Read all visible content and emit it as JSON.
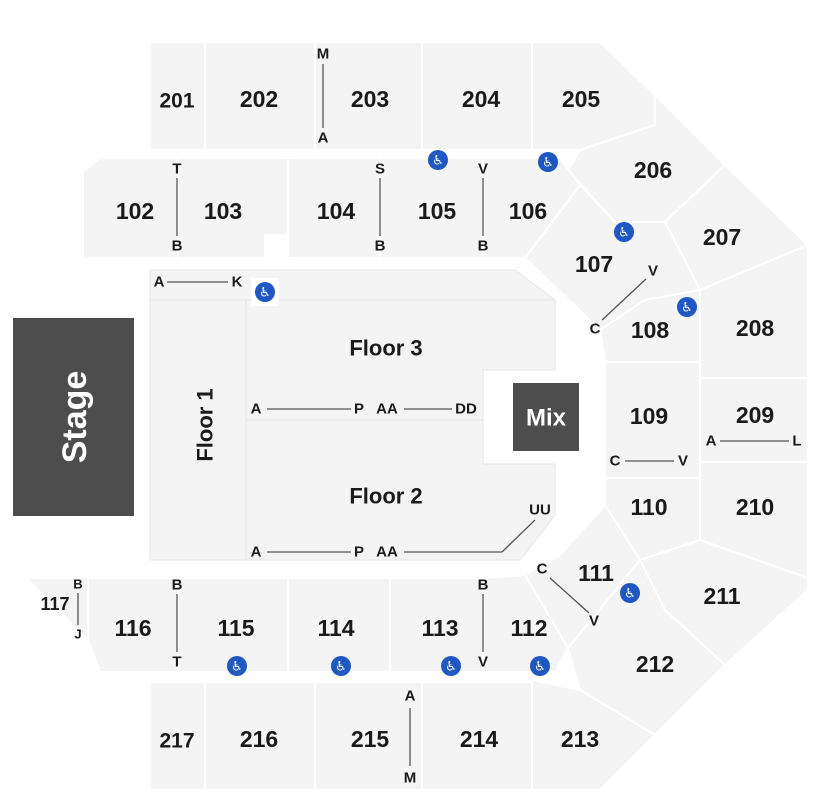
{
  "stage_label": "Stage",
  "mix_label": "Mix",
  "floors": {
    "floor1": "Floor 1",
    "floor2": "Floor 2",
    "floor3": "Floor 3"
  },
  "sections": {
    "s201": "201",
    "s202": "202",
    "s203": "203",
    "s204": "204",
    "s205": "205",
    "s206": "206",
    "s207": "207",
    "s208": "208",
    "s209": "209",
    "s210": "210",
    "s211": "211",
    "s212": "212",
    "s213": "213",
    "s214": "214",
    "s215": "215",
    "s216": "216",
    "s217": "217",
    "s102": "102",
    "s103": "103",
    "s104": "104",
    "s105": "105",
    "s106": "106",
    "s107": "107",
    "s108": "108",
    "s109": "109",
    "s110": "110",
    "s111": "111",
    "s112": "112",
    "s113": "113",
    "s114": "114",
    "s115": "115",
    "s116": "116",
    "s117": "117"
  },
  "rows": {
    "r203_top": "M",
    "r203_bot": "A",
    "r102_top": "T",
    "r102_bot": "B",
    "r104_top": "S",
    "r104_bot": "B",
    "r106_top": "V",
    "r106_bot": "B",
    "f1_left": "A",
    "f1_right": "K",
    "f3_a": "A",
    "f3_p": "P",
    "f3_aa": "AA",
    "f3_dd": "DD",
    "f2_a": "A",
    "f2_p": "P",
    "f2_aa": "AA",
    "f2_uu": "UU",
    "r107_c": "C",
    "r107_v": "V",
    "r109_c": "C",
    "r109_v": "V",
    "r209_a": "A",
    "r209_l": "L",
    "r111_c": "C",
    "r111_v": "V",
    "r116_top": "B",
    "r116_bot": "T",
    "r117_top": "B",
    "r117_bot": "J",
    "r113_top": "B",
    "r113_bot": "V",
    "r215_top": "A",
    "r215_bot": "M"
  },
  "accessibility_icon": "wheelchair-icon",
  "colors": {
    "section_fill": "#f4f4f4",
    "stage_fill": "#4d4d4d",
    "mix_fill": "#4d4d4d",
    "accessible_blue": "#1f57c3"
  }
}
